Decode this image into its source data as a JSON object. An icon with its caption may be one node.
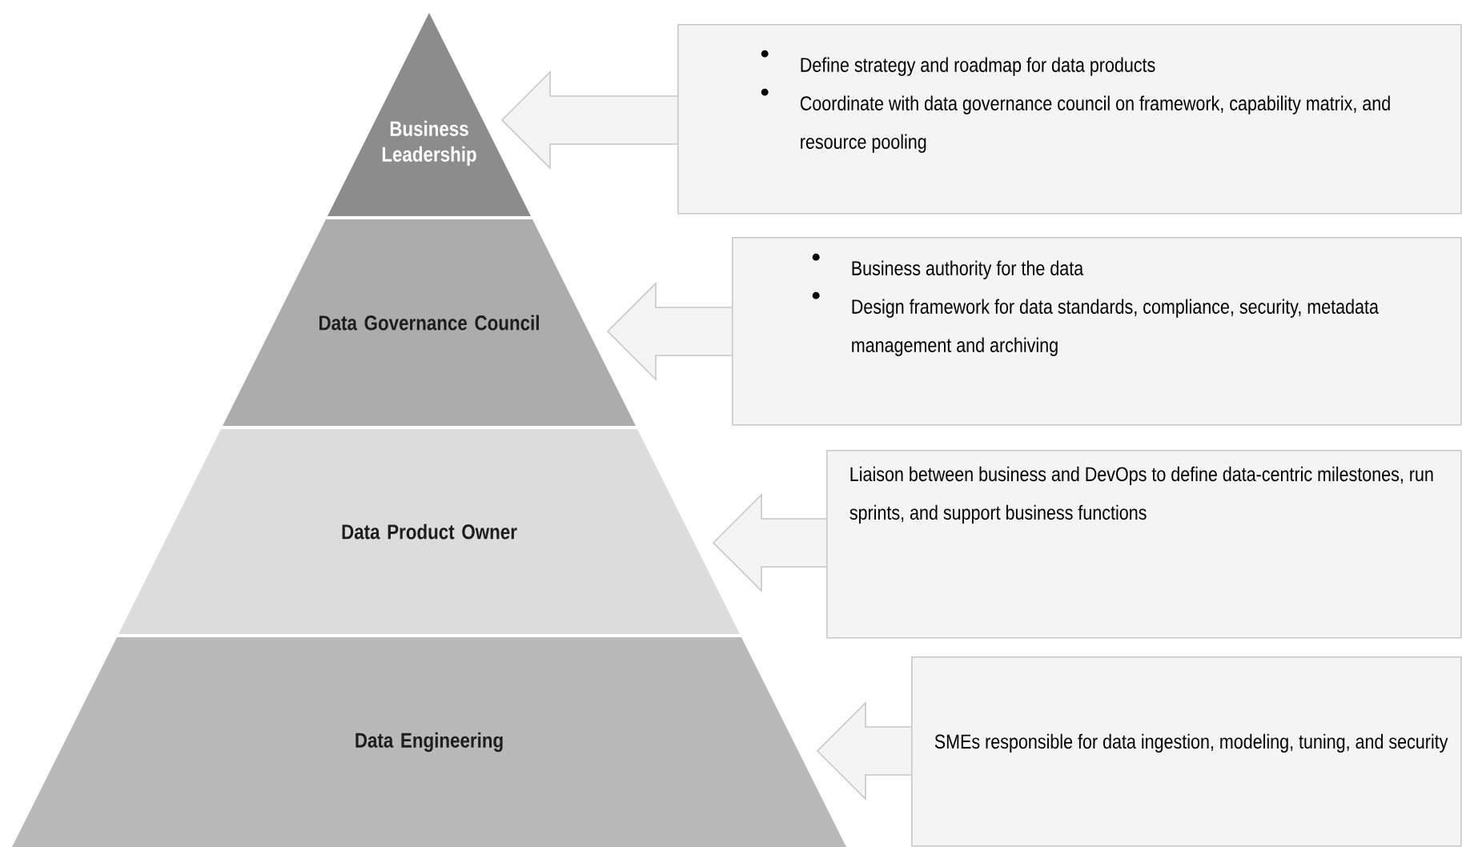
{
  "diagram": {
    "nodes": [
      {
        "text": [
          "Business Leadership"
        ]
      },
      {
        "text": [
          "Data Governance Council"
        ]
      },
      {
        "text": [
          "Data Product Owner"
        ]
      },
      {
        "text": [
          "Data Engineering"
        ]
      },
      {
        "text": [
          "Define strategy and roadmap for data products",
          "Coordinate with data governance council on framework, capability matrix, and resource pooling"
        ]
      },
      {
        "text": [
          "Business authority for the data",
          "Design framework for data standards, compliance, security, metadata management and archiving"
        ]
      },
      {
        "text": [
          "Liaison between business and DevOps to define data-centric milestones, run sprints, and support business functions"
        ]
      },
      {
        "text": [
          "SMEs responsible for data ingestion, modeling, tuning, and security"
        ]
      }
    ],
    "edges": [
      {
        "from": 4,
        "to": 0,
        "arrow": "to"
      },
      {
        "from": 5,
        "to": 1,
        "arrow": "to"
      },
      {
        "from": 6,
        "to": 2,
        "arrow": "to"
      },
      {
        "from": 7,
        "to": 3,
        "arrow": "to"
      }
    ]
  }
}
